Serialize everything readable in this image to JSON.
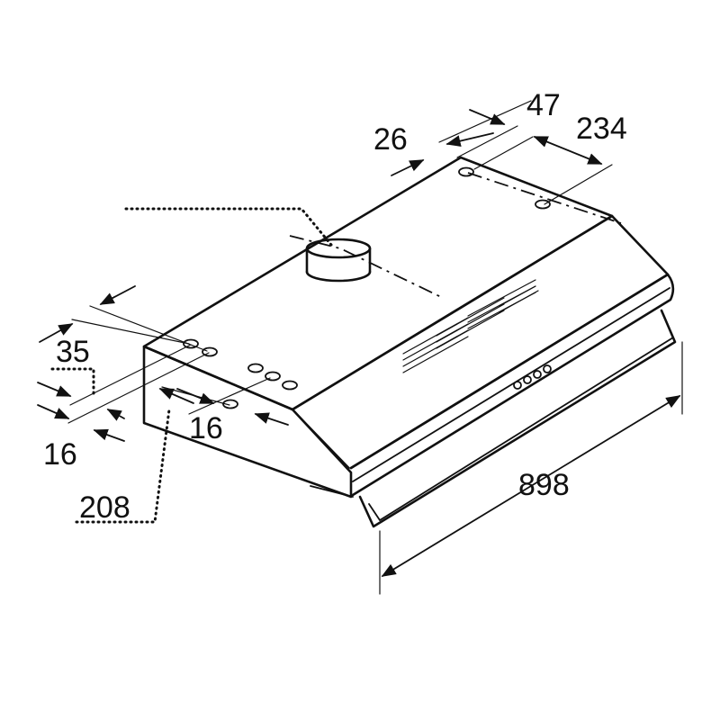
{
  "dimensions": {
    "d47": "47",
    "d26": "26",
    "d234": "234",
    "d35": "35",
    "d16_left": "16",
    "d16_front": "16",
    "d208": "208",
    "d898": "898"
  },
  "colors": {
    "line": "#111111",
    "background": "#ffffff"
  }
}
